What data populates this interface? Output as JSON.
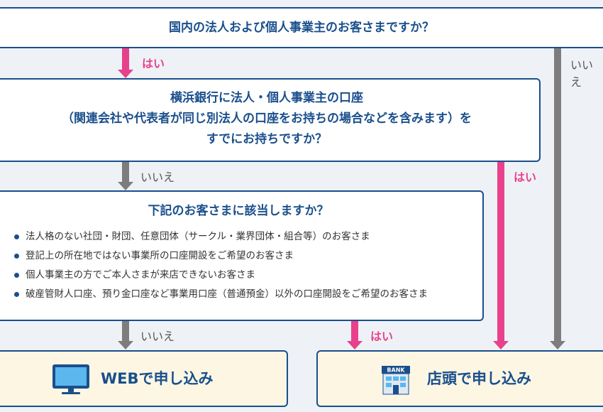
{
  "q1": {
    "text": "国内の法人および個人事業主のお客さまですか？"
  },
  "q2": {
    "lines": [
      "横浜銀行に法人・個人事業主の口座",
      "（関連会社や代表者が同じ別法人の口座をお持ちの場合などを含みます）を",
      "すでにお持ちですか？"
    ]
  },
  "q3": {
    "title": "下記のお客さまに該当しますか？",
    "items": [
      "法人格のない社団・財団、任意団体（サークル・業界団体・組合等）のお客さま",
      "登記上の所在地ではない事業所の口座開設をご希望のお客さま",
      "個人事業主の方でご本人さまが来店できないお客さま",
      "破産管財人口座、預り金口座など事業用口座（普通預金）以外の口座開設をご希望のお客さま"
    ]
  },
  "labels": {
    "yes": "はい",
    "no": "いいえ"
  },
  "results": {
    "web": "WEBで申し込み",
    "store": "店頭で申し込み",
    "bank_sign": "BANK"
  },
  "colors": {
    "navy": "#1a4f8c",
    "pink": "#e8418b",
    "gray": "#7d7d7d",
    "result_bg": "#fdf6e3"
  }
}
